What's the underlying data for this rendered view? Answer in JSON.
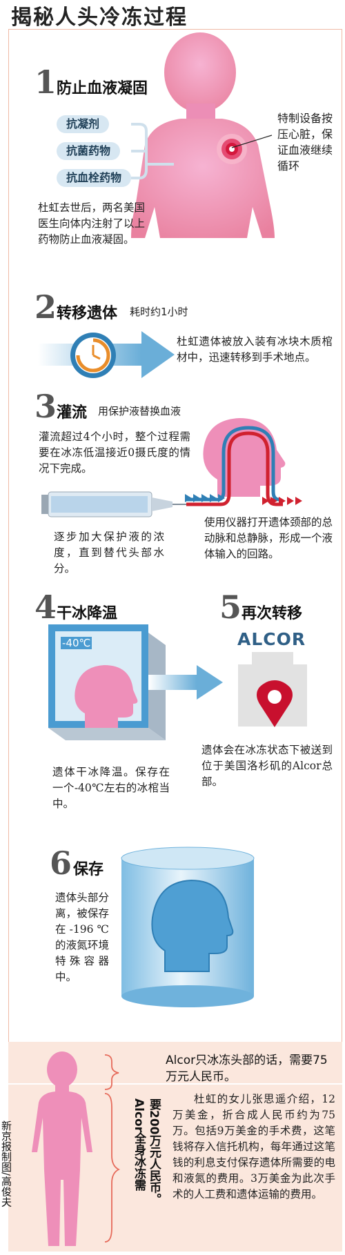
{
  "title": "揭秘人头冷冻过程",
  "s1": {
    "num": "1",
    "title": "防止血液凝固",
    "drugs": [
      "抗凝剂",
      "抗菌药物",
      "抗血栓药物"
    ],
    "device_note": "特制设备按压心脏，保证血液继续循环",
    "text": "杜虹去世后，两名美国医生向体内注射了以上药物防止血液凝固。"
  },
  "s2": {
    "num": "2",
    "title": "转移遗体",
    "subtitle": "耗时约1小时",
    "text": "杜虹遗体被放入装有冰块木质棺材中，迅速转移到手术地点。"
  },
  "s3": {
    "num": "3",
    "title": "灌流",
    "subtitle": "用保护液替换血液",
    "text_top": "灌流超过4个小时，整个过程需要在冰冻低温接近0摄氏度的情况下完成。",
    "text_left": "逐步加大保护液的浓度，直到替代头部水分。",
    "text_right": "使用仪器打开遗体颈部的总动脉和总静脉，形成一个液体输入的回路。"
  },
  "s4": {
    "num": "4",
    "title": "干冰降温",
    "temp": "-40℃",
    "text": "遗体干冰降温。保存在一个-40℃左右的冰棺当中。"
  },
  "s5": {
    "num": "5",
    "title": "再次转移",
    "logo": "ALCOR",
    "text": "遗体会在冰冻状态下被送到位于美国洛杉矶的Alcor总部。"
  },
  "s6": {
    "num": "6",
    "title": "保存",
    "text": "遗体头部分离，被保存在-196℃的液氮环境特殊容器中。"
  },
  "bottom": {
    "head_only": "Alcor只冰冻头部的话，需要75万元人民币。",
    "full_body_col1": "Alcor全身冰冻需",
    "full_body_col2": "要200万元人民币。",
    "text": "杜虹的女儿张思遥介绍，12万美金，折合成人民币约为75万。包括9万美金的手术费，这笔钱将存入信托机构，每年通过这笔钱的利息支付保存遗体所需要的电和液氮的费用。3万美金为此次手术的人工费和遗体运输的费用。"
  },
  "credit": "新京报制图/高俊夫",
  "colors": {
    "pink": "#ee8fb9",
    "blue": "#5fa4cf",
    "red": "#c8102e",
    "orange": "#e98d2a",
    "peach": "#fbe7dd"
  }
}
